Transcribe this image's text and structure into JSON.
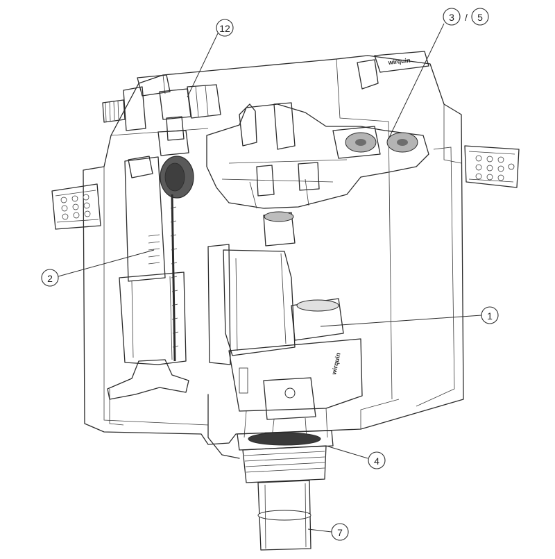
{
  "callouts": [
    {
      "id": "12",
      "label": "12"
    },
    {
      "id": "3-5",
      "label_a": "3",
      "separator": "/",
      "label_b": "5"
    },
    {
      "id": "2",
      "label": "2"
    },
    {
      "id": "1",
      "label": "1"
    },
    {
      "id": "4",
      "label": "4"
    },
    {
      "id": "7",
      "label": "7"
    }
  ],
  "brand_marks": {
    "top_right": "wirquin",
    "on_valve": "wirquin"
  },
  "colors": {
    "line": "#2b2b2b",
    "cistern": "#ffffff",
    "frame": "#d9d9d9",
    "light_part": "#cfcfcf",
    "mid_part": "#8a8a8a",
    "dark_part": "#454545",
    "darkest_part": "#2e2e2e"
  }
}
